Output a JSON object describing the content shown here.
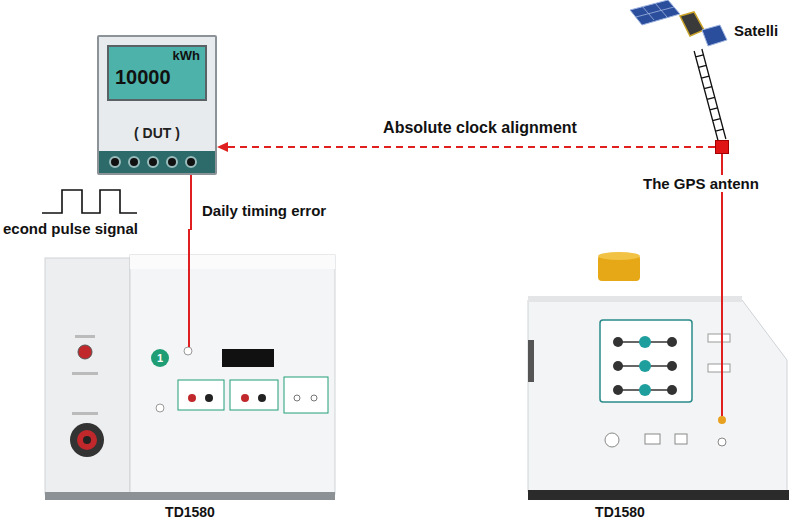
{
  "diagram": {
    "nodes": [
      {
        "text": [
          "kWh",
          "10000",
          "( DUT )"
        ]
      },
      {
        "text": [
          "Satelli"
        ]
      },
      {
        "text": [
          "The GPS antenn"
        ]
      },
      {
        "text": [
          "TD1580"
        ]
      },
      {
        "text": [
          "TD1580"
        ]
      }
    ],
    "edges": [
      {
        "from": 2,
        "to": 0,
        "arrow": "to",
        "label": "Absolute clock alignment"
      },
      {
        "from": 0,
        "to": 3,
        "arrow": "none",
        "label": "Daily timing error"
      },
      {
        "from": 1,
        "to": 2,
        "arrow": "none"
      },
      {
        "from": 2,
        "to": 4,
        "arrow": "none"
      }
    ],
    "labels": [
      "econd pulse signal",
      "1"
    ]
  }
}
